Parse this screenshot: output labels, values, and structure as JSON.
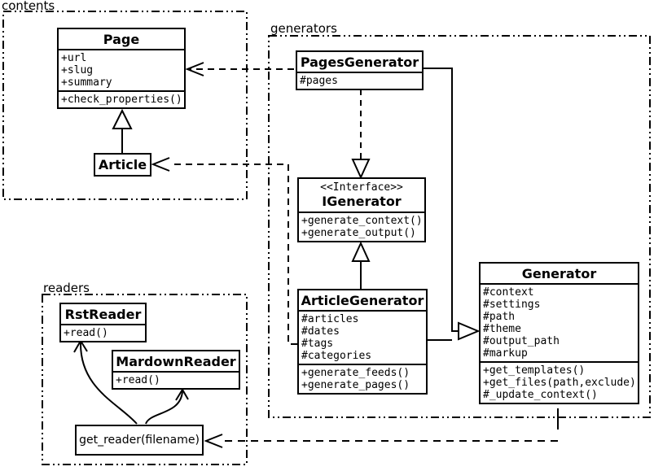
{
  "packages": {
    "contents": {
      "label": "contents"
    },
    "generators": {
      "label": "generators"
    },
    "readers": {
      "label": "readers"
    }
  },
  "classes": {
    "page": {
      "name": "Page",
      "attributes": [
        "+url",
        "+slug",
        "+summary"
      ],
      "methods": [
        "+check_properties()"
      ]
    },
    "article": {
      "name": "Article"
    },
    "pages_generator": {
      "name": "PagesGenerator",
      "attributes": [
        "#pages"
      ]
    },
    "igenerator": {
      "stereotype": "<<Interface>>",
      "name": "IGenerator",
      "methods": [
        "+generate_context()",
        "+generate_output()"
      ]
    },
    "article_generator": {
      "name": "ArticleGenerator",
      "attributes": [
        "#articles",
        "#dates",
        "#tags",
        "#categories"
      ],
      "methods": [
        "+generate_feeds()",
        "+generate_pages()"
      ]
    },
    "generator": {
      "name": "Generator",
      "attributes": [
        "#context",
        "#settings",
        "#path",
        "#theme",
        "#output_path",
        "#markup"
      ],
      "methods": [
        "+get_templates()",
        "+get_files(path,exclude)",
        "#_update_context()"
      ]
    },
    "rst_reader": {
      "name": "RstReader",
      "methods": [
        "+read()"
      ]
    },
    "mardown_reader": {
      "name": "MardownReader",
      "methods": [
        "+read()"
      ]
    },
    "get_reader": {
      "label": "get_reader(filename)"
    }
  },
  "relationships": [
    {
      "from": "Article",
      "to": "Page",
      "type": "inheritance"
    },
    {
      "from": "PagesGenerator",
      "to": "Page",
      "type": "dependency"
    },
    {
      "from": "ArticleGenerator",
      "to": "Article",
      "type": "dependency"
    },
    {
      "from": "PagesGenerator",
      "to": "IGenerator",
      "type": "realization"
    },
    {
      "from": "ArticleGenerator",
      "to": "IGenerator",
      "type": "inheritance"
    },
    {
      "from": "PagesGenerator",
      "to": "Generator",
      "type": "inheritance"
    },
    {
      "from": "ArticleGenerator",
      "to": "Generator",
      "type": "inheritance"
    },
    {
      "from": "Generator",
      "to": "get_reader(filename)",
      "type": "dependency"
    },
    {
      "from": "get_reader(filename)",
      "to": "RstReader",
      "type": "arrow"
    },
    {
      "from": "get_reader(filename)",
      "to": "MardownReader",
      "type": "arrow"
    }
  ],
  "colors": {
    "line": "#000000",
    "background": "#ffffff",
    "box_fill": "#ffffff"
  }
}
